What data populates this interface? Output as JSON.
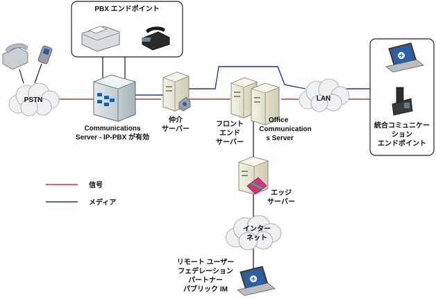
{
  "colors": {
    "signal": "#c0392b",
    "media": "#1f3b8a",
    "cloud": "#eef0f2",
    "device_gray": "#9aa0a6",
    "server_beige": "#e6e3cf",
    "pbx_body": "#cfd8dc",
    "laptop_screen": "#2b5fa8",
    "edge_badge": "#d63384"
  },
  "nodes": {
    "pbx_endpoints": {
      "label": "PBX エンドポイント",
      "icons": [
        "fax-machine-icon",
        "desk-phone-icon"
      ]
    },
    "pstn": {
      "label": "PSTN",
      "icons": [
        "analog-phone-icon",
        "mobile-phone-icon"
      ]
    },
    "comm_server": {
      "label_lines": [
        "Communications",
        "Server - IP-PBX が有効"
      ]
    },
    "mediation_server": {
      "label_lines": [
        "仲介",
        "サーバー"
      ]
    },
    "front_end_server": {
      "label_lines": [
        "フロント",
        "エンド",
        "サーバー"
      ]
    },
    "ocs": {
      "label_lines": [
        "Office",
        "Communication",
        "s Server"
      ]
    },
    "lan": {
      "label": "LAN"
    },
    "unified_endpoints": {
      "label_lines": [
        "統合コミュニケー",
        "ション",
        "エンドポイント"
      ],
      "icons": [
        "laptop-icon",
        "ip-phone-icon"
      ]
    },
    "edge_server": {
      "label_lines": [
        "エッジ",
        "サーバー"
      ]
    },
    "internet": {
      "label_lines": [
        "インター",
        "ネット"
      ]
    },
    "remote_users": {
      "label_lines": [
        "リモート ユーザー",
        "フェデレーション",
        "パートナー",
        "パブリック IM"
      ],
      "icons": [
        "laptop-icon"
      ]
    }
  },
  "legend": {
    "signal_label": "信号",
    "media_label": "メディア"
  }
}
